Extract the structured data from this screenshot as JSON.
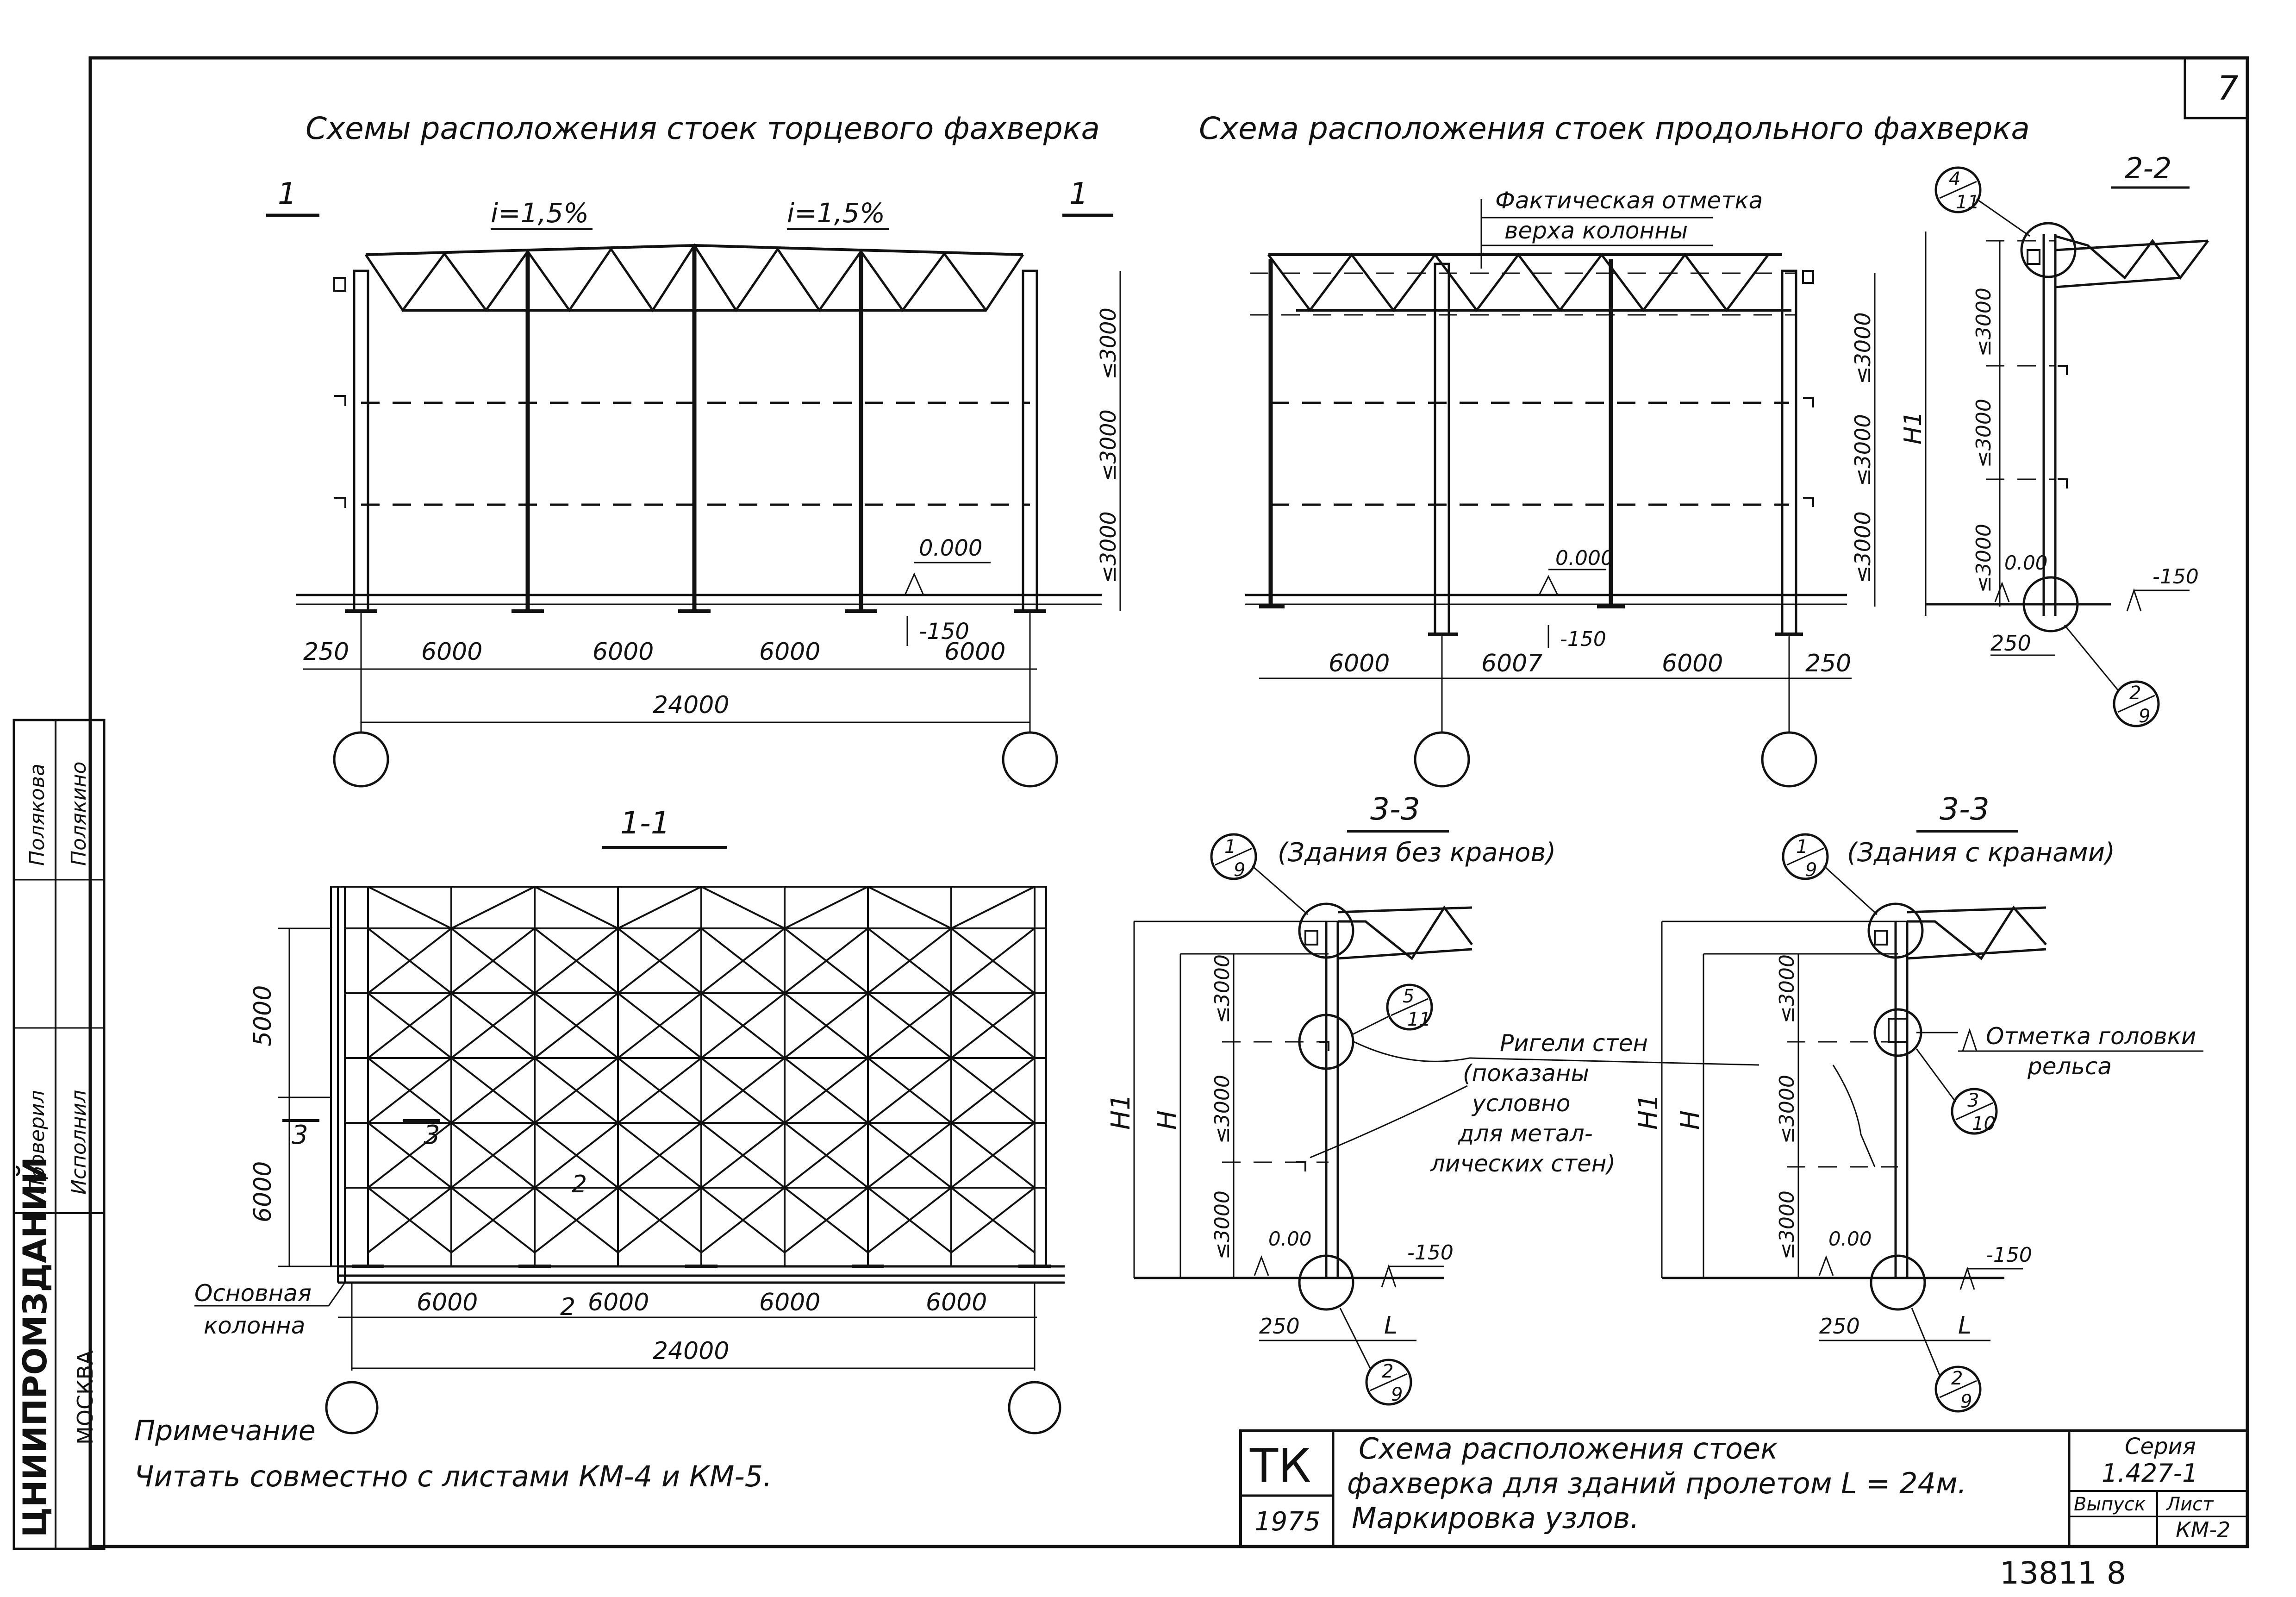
{
  "sheet": {
    "page_number": "7",
    "bottom_numbers": "13811  8"
  },
  "views": {
    "end_title": "Схемы расположения стоек торцевого фахверка",
    "long_title": "Схема расположения стоек продольного фахверка",
    "section_1_1": "1-1",
    "section_2_2": "2-2",
    "section_3_3_a": "3-3",
    "section_3_3_a_sub": "(Здания без кранов)",
    "section_3_3_b": "3-3",
    "section_3_3_b_sub": "(Здания с кранами)"
  },
  "labels": {
    "slope_left": "i=1,5%",
    "slope_right": "i=1,5%",
    "cut_mark": "1",
    "cut_mark_3": "3",
    "cut_mark_2": "2",
    "elev_zero": "0.000",
    "elev_zero_short": "0.00",
    "elev_minus150": "-150",
    "le3000": "≤3000",
    "dim_250": "250",
    "dim_6000": "6000",
    "dim_6007": "6007",
    "dim_24000": "24000",
    "dim_5000": "5000",
    "dim_H1": "H1",
    "dim_H": "H",
    "dim_L": "L",
    "actual_top_1": "Фактическая отметка",
    "actual_top_2": "верха колонны",
    "girts_1": "Ригели стен",
    "girts_2": "(показаны",
    "girts_3": "условно",
    "girts_4": "для метал-",
    "girts_5": "лических стен)",
    "rail_top_1": "Отметка головки",
    "rail_top_2": "рельса",
    "main_column_1": "Основная",
    "main_column_2": "колонна"
  },
  "callouts": {
    "c4_11": {
      "top": "4",
      "bottom": "11"
    },
    "c2_9": {
      "top": "2",
      "bottom": "9"
    },
    "c1_9": {
      "top": "1",
      "bottom": "9"
    },
    "c5_11": {
      "top": "5",
      "bottom": "11"
    },
    "c3_10": {
      "top": "3",
      "bottom": "10"
    }
  },
  "note": {
    "heading": "Примечание",
    "text": "Читать совместно с листами КМ-4 и КМ-5."
  },
  "side_stamp": {
    "org": "ЦНИИПРОМЗДАНИЙ",
    "city": "МОСКВА",
    "role_1": "Проверил",
    "name_1": "Полякова",
    "role_2": "Исполнил",
    "name_2": "Полякино"
  },
  "title_block": {
    "code": "ТК",
    "year": "1975",
    "line1": "Схема расположения стоек",
    "line2": "фахверка для зданий пролетом L = 24м.",
    "line3": "Маркировка узлов.",
    "series_label": "Серия",
    "series_value": "1.427-1",
    "issue_label": "Выпуск",
    "sheet_label": "Лист",
    "sheet_value": "КМ-2"
  }
}
